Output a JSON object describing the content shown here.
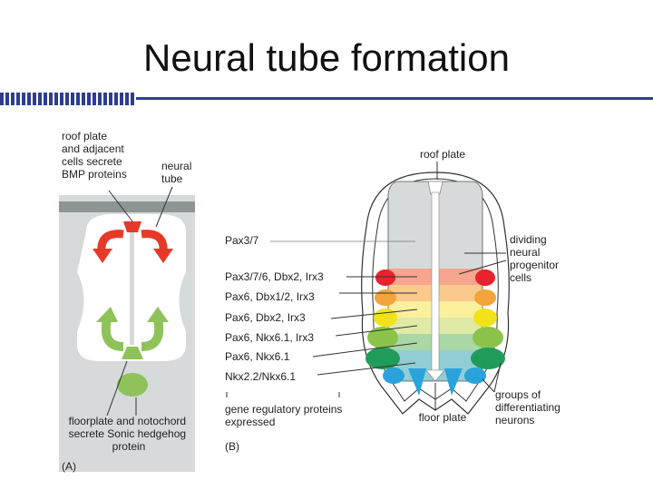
{
  "title": "Neural tube formation",
  "colors": {
    "accent_bar": "#2d3e8f",
    "tissue_gray": "#d6dadb",
    "bmp_red": "#e53a2a",
    "shh_green": "#8fc25a"
  },
  "panel_a": {
    "label": "(A)",
    "roof_plate_note": [
      "roof plate",
      "and adjacent",
      "cells secrete",
      "BMP proteins"
    ],
    "neural_tube_label": [
      "neural",
      "tube"
    ],
    "floorplate_note": [
      "floorplate and notochord",
      "secrete Sonic hedgehog",
      "protein"
    ]
  },
  "panel_b": {
    "label": "(B)",
    "roof_plate_label": "roof plate",
    "floor_plate_label": "floor plate",
    "dividing_label": [
      "dividing",
      "neural",
      "progenitor",
      "cells"
    ],
    "groups_label": [
      "groups of",
      "differentiating",
      "neurons"
    ],
    "gene_footer": [
      "gene regulatory proteins",
      "expressed"
    ],
    "genes": [
      "Pax3/7",
      "Pax3/7/6, Dbx2, Irx3",
      "Pax6, Dbx1/2, Irx3",
      "Pax6, Dbx2, Irx3",
      "Pax6, Nkx6.1, Irx3",
      "Pax6, Nkx6.1",
      "Nkx2.2/Nkx6.1"
    ],
    "domain_colors": [
      "#f7a58f",
      "#f9c98e",
      "#fbf09c",
      "#dfeaa7",
      "#a9d7a6",
      "#92cdd6"
    ],
    "neuron_colors": [
      "#e8232c",
      "#f3a43a",
      "#f2e21a",
      "#8bc34a",
      "#1f9c5a",
      "#2aa3dd"
    ]
  }
}
